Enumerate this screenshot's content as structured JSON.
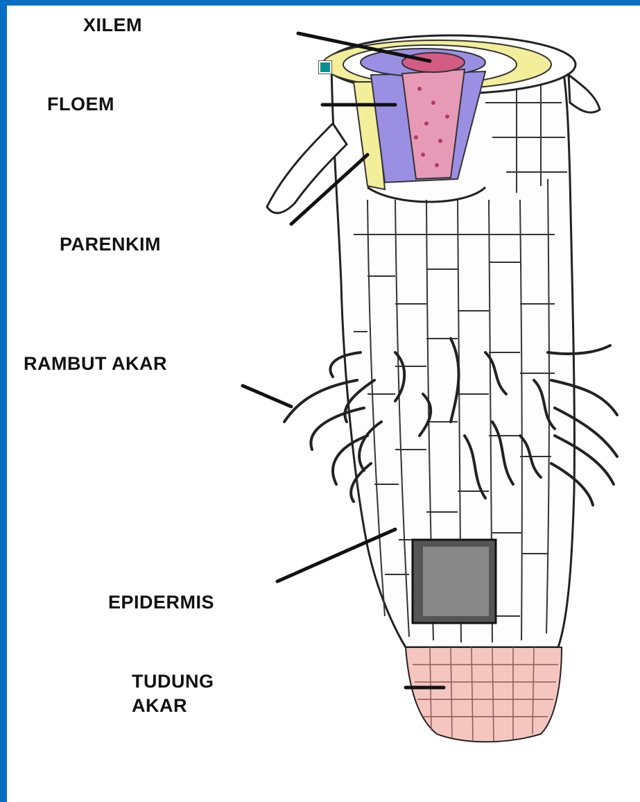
{
  "labels": {
    "xilem": "XILEM",
    "floem": "FLOEM",
    "parenkim": "PARENKIM",
    "rambut_akar": "RAMBUT AKAR",
    "epidermis": "EPIDERMIS",
    "tudung_line1": "TUDUNG",
    "tudung_line2": "AKAR"
  },
  "colors": {
    "background_border": "#0a6fc2",
    "xylem": "#d45c84",
    "phloem": "#9b8fe3",
    "endodermis": "#f2ee9a",
    "root_cap": "#f5c6c0",
    "marker": "#0d8f8f"
  }
}
